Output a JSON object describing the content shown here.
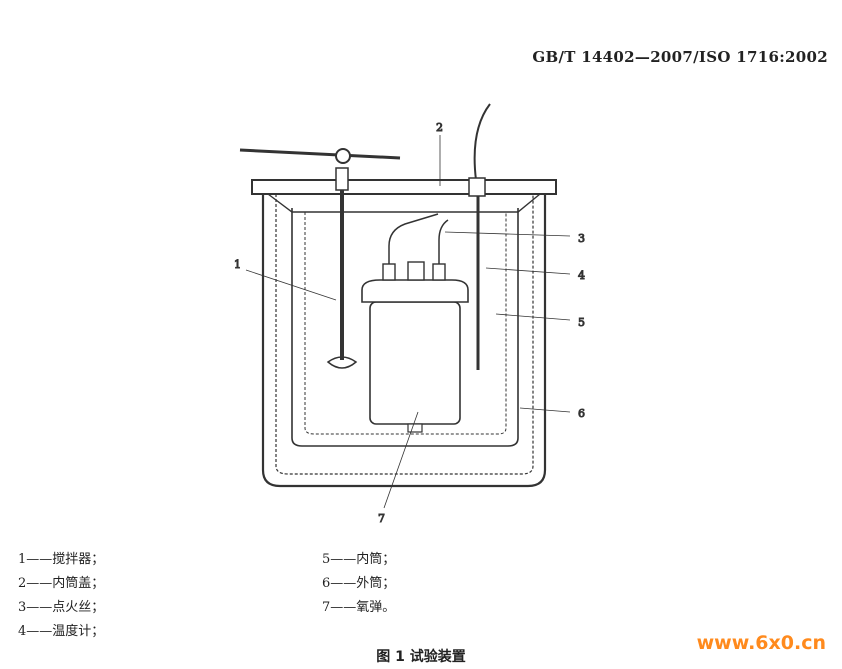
{
  "header": {
    "standard_code": "GB/T 14402—2007/ISO 1716:2002"
  },
  "figure": {
    "callouts": [
      "1",
      "2",
      "3",
      "4",
      "5",
      "6",
      "7"
    ],
    "caption": "图 1   试验装置"
  },
  "legend": [
    {
      "text": "1——搅拌器；"
    },
    {
      "text": "2——内筒盖；"
    },
    {
      "text": "3——点火丝；"
    },
    {
      "text": "4——温度计；"
    },
    {
      "text": "5——内筒；"
    },
    {
      "text": "6——外筒；"
    },
    {
      "text": "7——氧弹。"
    }
  ],
  "watermark": "www.6x0.cn"
}
